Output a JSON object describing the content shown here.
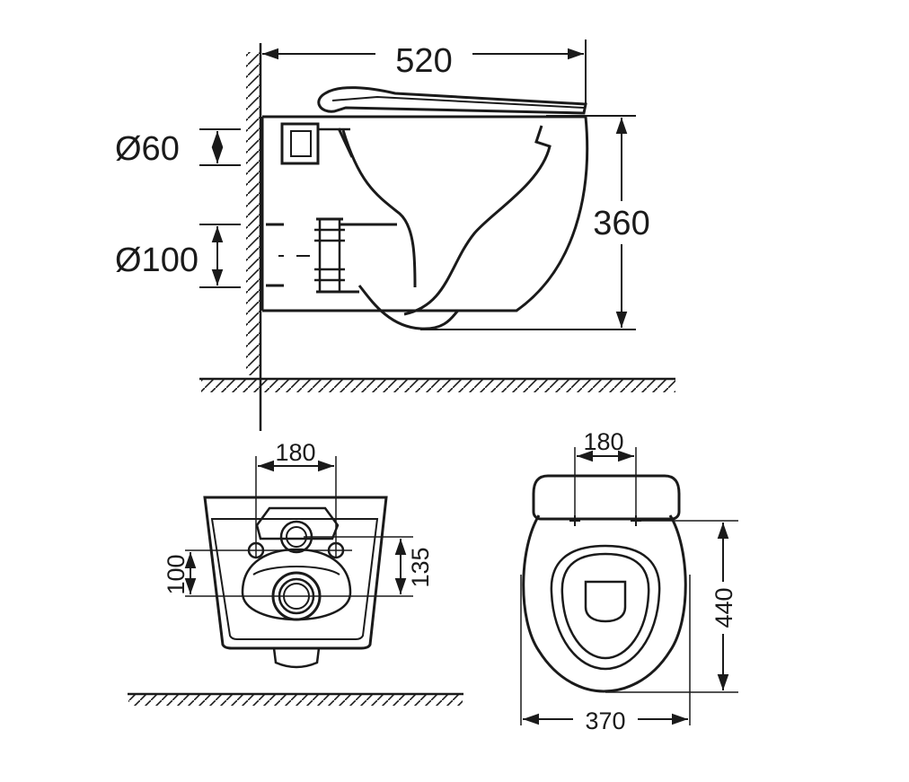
{
  "colors": {
    "stroke": "#1a1a1a",
    "background": "#ffffff"
  },
  "side_view": {
    "width": "520",
    "height": "360",
    "inlet_diameter": "Ø60",
    "outlet_diameter": "Ø100"
  },
  "back_view": {
    "bolt_spacing": "180",
    "outlet_height": "100",
    "inlet_height": "135"
  },
  "top_view": {
    "bolt_spacing": "180",
    "length": "440",
    "width": "370"
  }
}
